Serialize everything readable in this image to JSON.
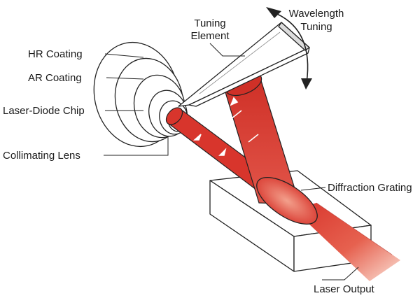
{
  "labels": {
    "hr_coating": "HR Coating",
    "ar_coating": "AR Coating",
    "laser_diode_chip": "Laser-Diode Chip",
    "collimating_lens": "Collimating Lens",
    "tuning_element_line1": "Tuning",
    "tuning_element_line2": "Element",
    "wavelength_tuning_line1": "Wavelength",
    "wavelength_tuning_line2": "Tuning",
    "diffraction_grating": "Diffraction Grating",
    "laser_output": "Laser Output"
  },
  "colors": {
    "beam": "#d8352c",
    "beam_dark": "#b82a23",
    "outline": "#222222",
    "grating_fill": "#ffffff"
  }
}
